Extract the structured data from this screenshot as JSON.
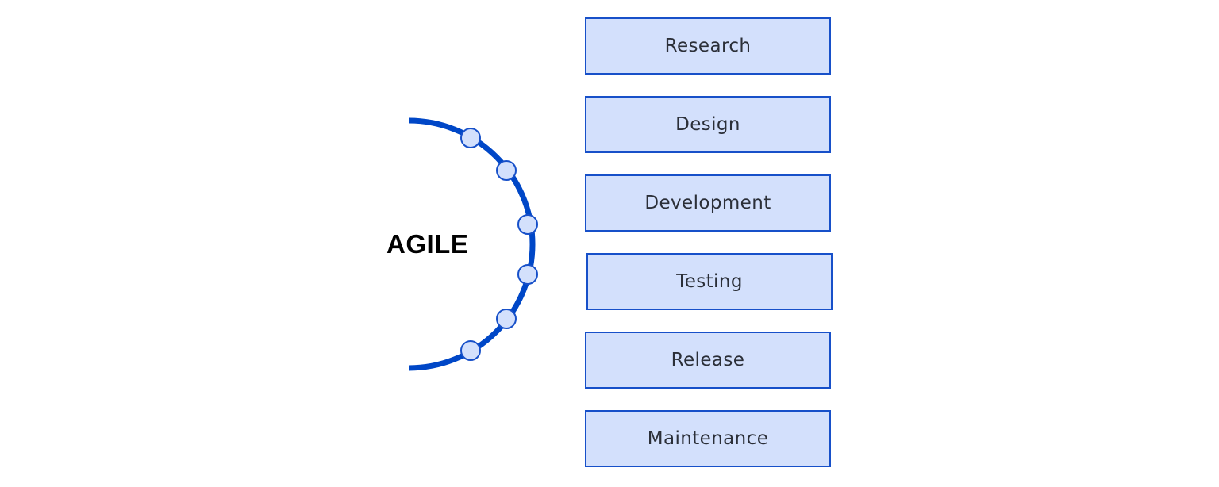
{
  "diagram": {
    "center_label": "AGILE",
    "colors": {
      "arc": "#0047c7",
      "node_fill": "#d3e0fc",
      "node_stroke": "#1750c9",
      "box_fill": "#d3e0fc",
      "box_border": "#1750c9",
      "box_text": "#2b2f38"
    },
    "stages": [
      {
        "label": "Research"
      },
      {
        "label": "Design"
      },
      {
        "label": "Development"
      },
      {
        "label": "Testing"
      },
      {
        "label": "Release"
      },
      {
        "label": "Maintenance"
      }
    ]
  }
}
